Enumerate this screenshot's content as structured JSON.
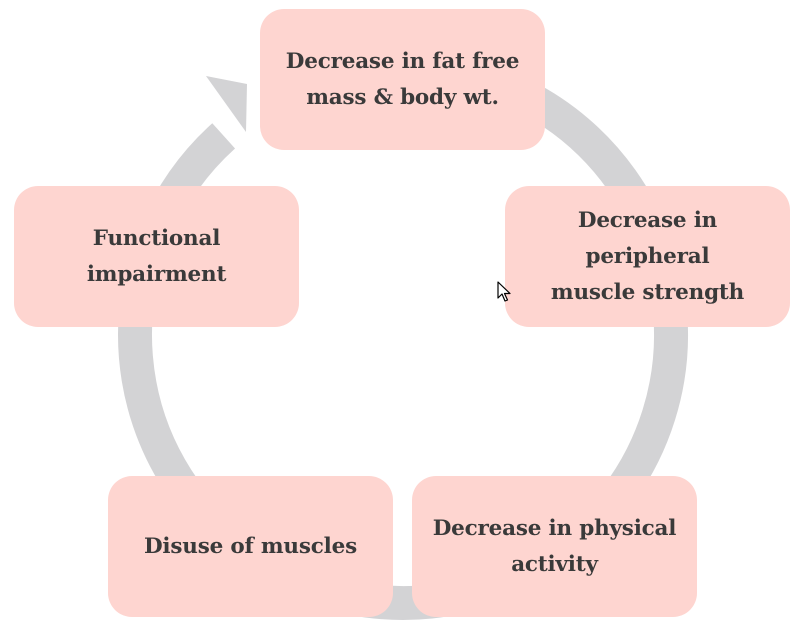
{
  "colors": {
    "node_fill": "#fed5d0",
    "arc_stroke": "#d3d3d5",
    "text": "#3a3a3a"
  },
  "cycle": {
    "direction": "clockwise",
    "nodes": [
      {
        "id": "fat-free-mass",
        "lines": [
          "Decrease in fat free",
          "mass & body wt."
        ]
      },
      {
        "id": "muscle-strength",
        "lines": [
          "Decrease in peripheral",
          "muscle strength"
        ]
      },
      {
        "id": "physical-activity",
        "lines": [
          "Decrease in physical",
          "activity"
        ]
      },
      {
        "id": "disuse",
        "lines": [
          "Disuse of muscles"
        ]
      },
      {
        "id": "impairment",
        "lines": [
          "Functional impairment"
        ]
      }
    ]
  },
  "icons": {
    "cursor": "mouse-pointer-icon",
    "arrowhead": "arrowhead-icon"
  }
}
